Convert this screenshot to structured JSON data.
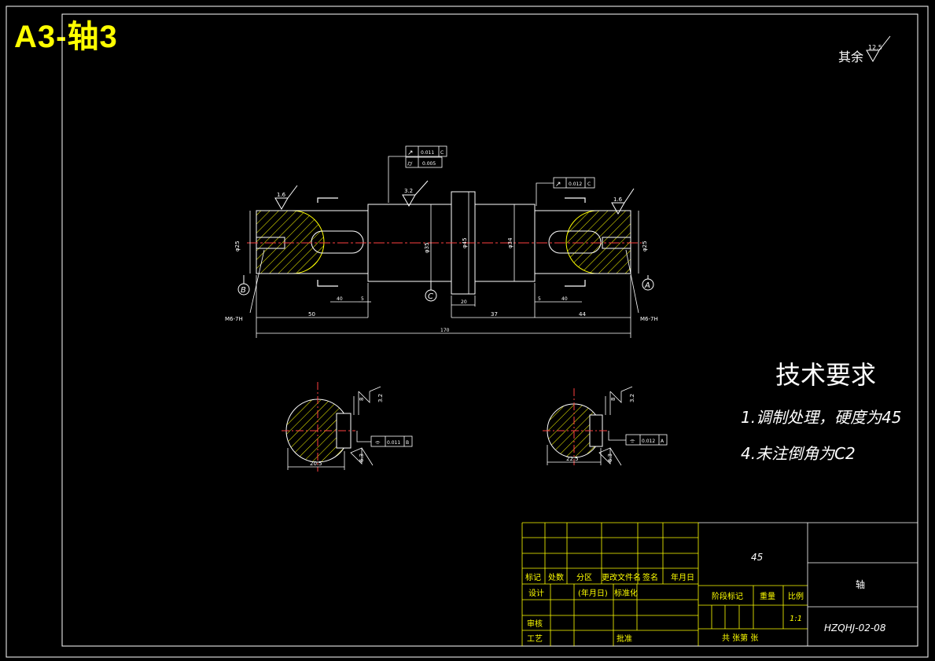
{
  "doc_title": "A3-轴3",
  "roughness_note": {
    "label": "其余",
    "value": "12.5"
  },
  "shaft": {
    "roughness": [
      "1.6",
      "3.2",
      "1.6"
    ],
    "tolerance_upper": {
      "symbol": "↗",
      "value": "0.011",
      "datum": "C"
    },
    "tolerance_lower": {
      "symbol": "⌭",
      "value": "0.005"
    },
    "tolerance_right": {
      "symbol": "↗",
      "value": "0.012",
      "datum": "C"
    },
    "diameters": [
      "φ25",
      "φ35",
      "φ45",
      "φ34",
      "φ25"
    ],
    "thread_left": "M6-7H",
    "thread_right": "M6-7H",
    "datum_left": "B",
    "datum_center": "C",
    "datum_right": "A",
    "dims": {
      "d50": "50",
      "d40a": "40",
      "d5a": "5",
      "d20": "20",
      "d37": "37",
      "d5b": "5",
      "d40b": "40",
      "d44": "44",
      "total": "170"
    }
  },
  "sections": [
    {
      "key_width": "8",
      "roughness_a": "3.2",
      "roughness_b": "6.3",
      "tol_value": "0.011",
      "tol_datum": "B",
      "depth_label": "20.5"
    },
    {
      "key_width": "8",
      "roughness_a": "3.2",
      "roughness_b": "6.3",
      "tol_value": "0.012",
      "tol_datum": "A",
      "depth_label": "22.5"
    }
  ],
  "tech_req": {
    "title": "技术要求",
    "items": [
      "1.调制处理，硬度为45",
      "4.未注倒角为C2"
    ]
  },
  "title_block": {
    "material": "45",
    "part_name": "轴",
    "drawing_no": "HZQHJ-02-08",
    "scale": "1:1",
    "headers": [
      "标记",
      "处数",
      "分区",
      "更改文件名",
      "签名",
      "年月日"
    ],
    "row_design": [
      "设计",
      "(年月日)",
      "标准化"
    ],
    "review": "审核",
    "process": "工艺",
    "approve": "批准",
    "stage": "阶段标记",
    "weight": "重量",
    "ratio": "比例",
    "sheets": "共 张第 张"
  }
}
